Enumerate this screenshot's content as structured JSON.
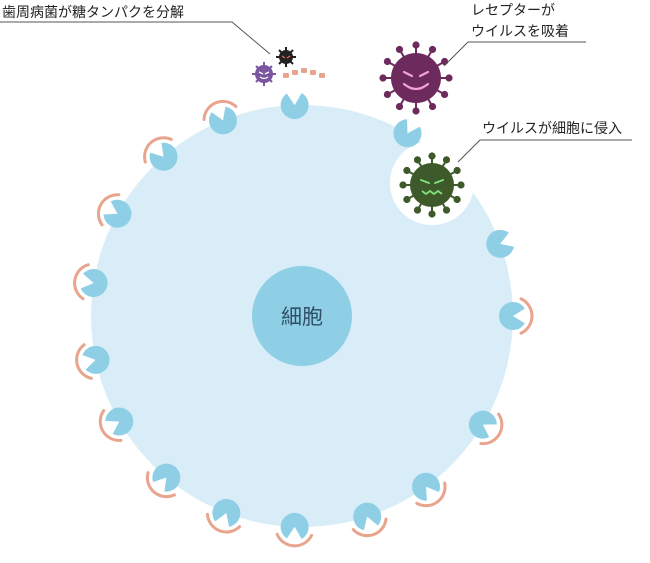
{
  "labels": {
    "periodontal_bacteria": "歯周病菌が糖タンパクを分解",
    "receptor_line1": "レセプターが",
    "receptor_line2": "ウイルスを吸着",
    "virus_invades": "ウイルスが細胞に侵入",
    "nucleus": "細胞"
  },
  "colors": {
    "cell": "#d8edf7",
    "nucleus": "#8ecfe6",
    "receptor": "#8ecfe6",
    "glycoprotein": "#e8a48c",
    "virus_adsorbed": "#6d2a5c",
    "virus_inside": "#3f5a2a",
    "bacteria_dark": "#222222",
    "bacteria_purple": "#7a55a0"
  },
  "icons": [
    "virus-icon",
    "bacteria-icon",
    "receptor-icon"
  ]
}
